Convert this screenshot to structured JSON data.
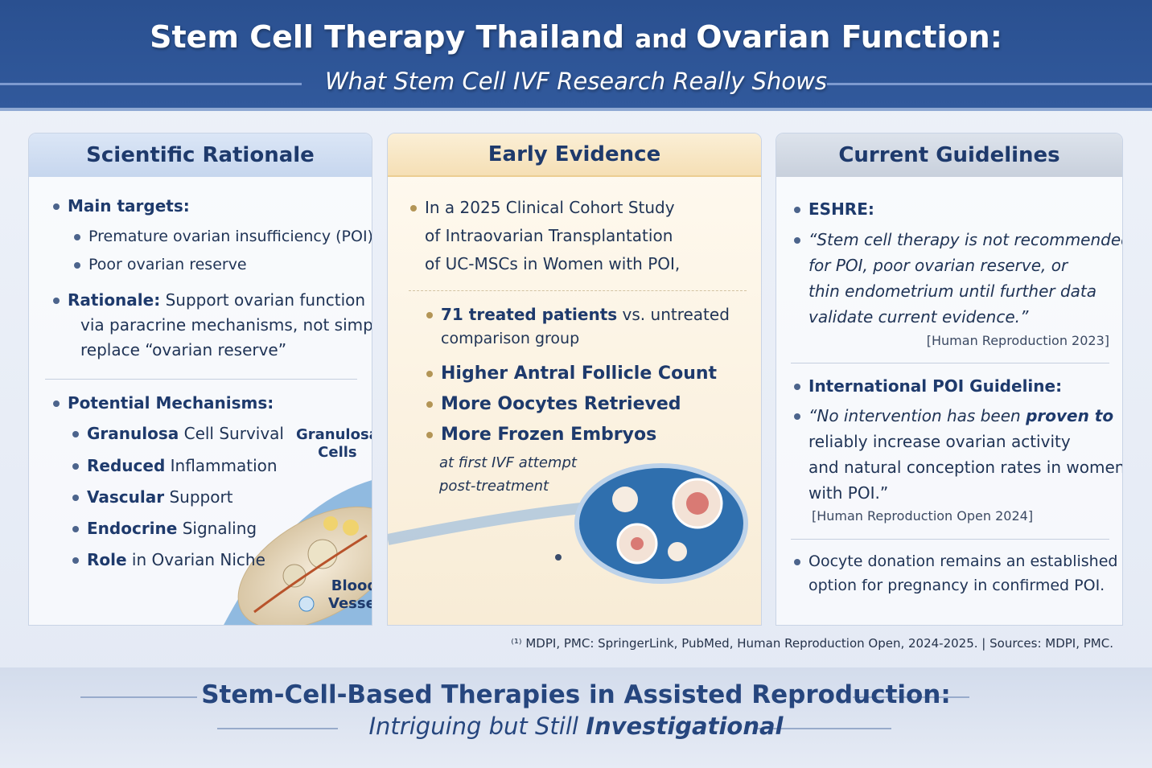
{
  "header": {
    "title_a": "Stem Cell Therapy Thailand ",
    "title_and": "and ",
    "title_b": "Ovarian Function:",
    "subtitle": "What Stem Cell IVF Research Really Shows"
  },
  "rationale": {
    "title": "Scientific Rationale",
    "main_targets": "Main targets:",
    "targets": [
      "Premature ovarian insufficiency (POI)",
      "Poor ovarian reserve"
    ],
    "rationale_label": "Rationale:",
    "rationale_text": [
      "Support ovarian function",
      "via paracrine mechanisms, not simply",
      "replace “ovarian reserve”"
    ],
    "mechanisms_label": "Potential Mechanisms:",
    "mechanisms": [
      {
        "bold": "Granulosa",
        "rest": " Cell Survival"
      },
      {
        "bold": "Reduced",
        "rest": " Inflammation"
      },
      {
        "bold": "Vascular",
        "rest": " Support"
      },
      {
        "bold": "Endocrine",
        "rest": " Signaling"
      },
      {
        "bold": "Role",
        "rest": " in Ovarian Niche"
      }
    ],
    "label_granulosa": [
      "Granulosa",
      "Cells"
    ],
    "label_vessel": [
      "Blood",
      "Vessel"
    ]
  },
  "evidence": {
    "title": "Early Evidence",
    "study": [
      "In a 2025 Clinical Cohort Study",
      "of Intraovarian Transplantation",
      "of UC-MSCs in Women with POI,"
    ],
    "patients_bold": "71 treated patients",
    "patients_rest": " vs. untreated",
    "patients_line2": "comparison group",
    "outcomes": [
      "Higher Antral Follicle Count",
      "More Oocytes Retrieved",
      "More Frozen Embryos"
    ],
    "note": [
      "at first IVF attempt",
      "post-treatment"
    ]
  },
  "guidelines": {
    "title": "Current Guidelines",
    "eshre": "ESHRE:",
    "eshre_quote": [
      "“Stem cell therapy is not recommended",
      "for POI, poor ovarian reserve, or",
      "thin endometrium until further data",
      "validate current evidence.”"
    ],
    "eshre_ref": "[Human Reproduction 2023]",
    "intl": "International POI Guideline:",
    "intl_q1a": "“No intervention has been ",
    "intl_q1b": "proven to",
    "intl_quote": [
      "reliably increase ovarian activity",
      "and natural conception rates in women",
      "with POI.”"
    ],
    "intl_ref": "[Human Reproduction Open 2024]",
    "donation": [
      "Oocyte donation remains an established",
      "option for pregnancy in confirmed POI."
    ]
  },
  "sources": "⁽¹⁾ MDPI, PMC: SpringerLink, PubMed, Human Reproduction Open, 2024-2025. | Sources: MDPI, PMC.",
  "footer": {
    "line1": "Stem-Cell-Based Therapies in Assisted Reproduction:",
    "line2a": "Intriguing but Still ",
    "line2b": "Investigational"
  }
}
